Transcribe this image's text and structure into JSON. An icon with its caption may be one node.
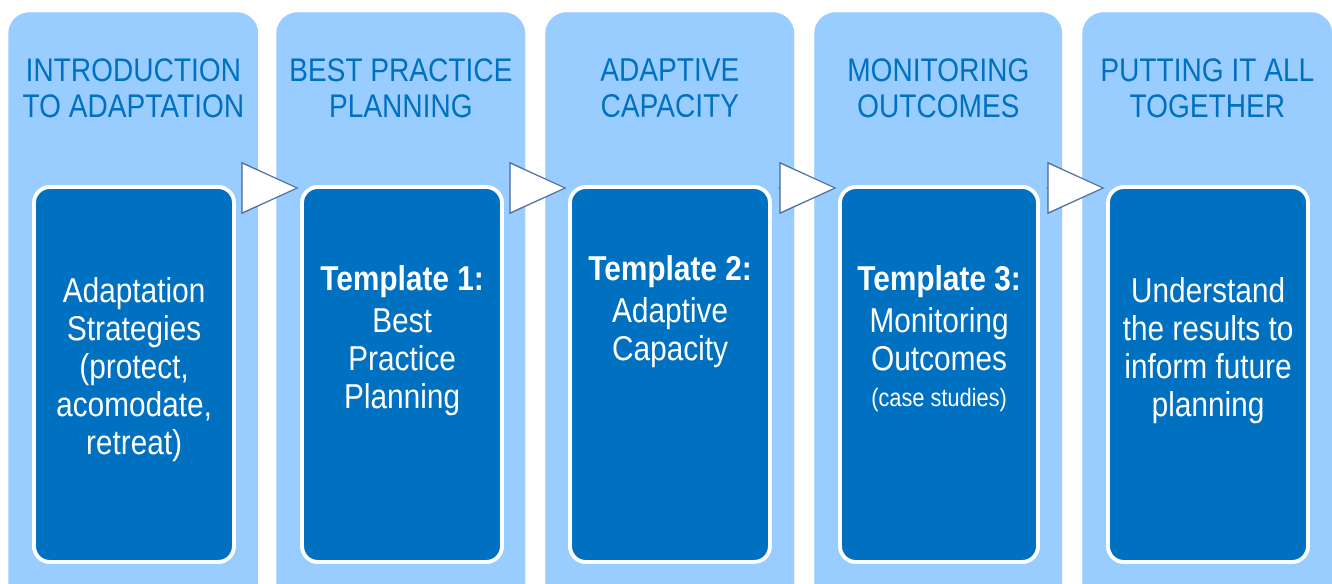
{
  "diagram": {
    "nodes": [
      {
        "text": [
          "INTRODUCTION TO ADAPTATION"
        ]
      },
      {
        "text": [
          "Adaptation Strategies (protect, acomodate, retreat)"
        ],
        "in": 0
      },
      {
        "text": [
          "BEST PRACTICE PLANNING"
        ]
      },
      {
        "text": [
          "Template 1:",
          "Best Practice Planning"
        ],
        "in": 2
      },
      {
        "text": [
          "ADAPTIVE CAPACITY"
        ]
      },
      {
        "text": [
          "Template 2:",
          "Adaptive Capacity"
        ],
        "in": 4
      },
      {
        "text": [
          "MONITORING OUTCOMES"
        ]
      },
      {
        "text": [
          "Template 3:",
          "Monitoring Outcomes",
          "(case studies)"
        ],
        "in": 6
      },
      {
        "text": [
          "PUTTING IT ALL TOGETHER"
        ]
      },
      {
        "text": [
          "Understand the results to inform future planning"
        ],
        "in": 8
      }
    ],
    "edges": [
      {
        "from": 1,
        "to": 3,
        "arrow": "to"
      },
      {
        "from": 3,
        "to": 5,
        "arrow": "to"
      },
      {
        "from": 5,
        "to": 7,
        "arrow": "to"
      },
      {
        "from": 7,
        "to": 9,
        "arrow": "to"
      }
    ]
  }
}
